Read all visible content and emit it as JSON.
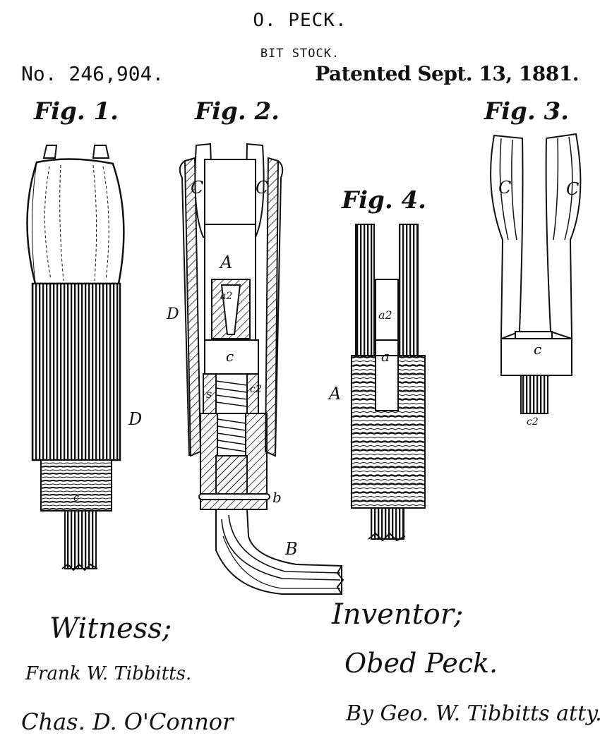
{
  "header": {
    "inventor_name": "O. PECK.",
    "title": "BIT STOCK.",
    "patent_number": "No. 246,904.",
    "patent_date": "Patented Sept. 13, 1881."
  },
  "figures": {
    "fig1": {
      "label": "Fig. 1.",
      "part_labels": {
        "D": "D",
        "c": "c"
      }
    },
    "fig2": {
      "label": "Fig. 2.",
      "part_labels": {
        "C_left": "C",
        "C_right": "C",
        "A": "A",
        "a2": "a2",
        "D": "D",
        "c": "c",
        "s": "s",
        "c2": "c2",
        "b": "b",
        "B": "B"
      }
    },
    "fig3": {
      "label": "Fig. 3.",
      "part_labels": {
        "C_left": "C",
        "C_right": "C",
        "c": "c",
        "c2": "c2"
      }
    },
    "fig4": {
      "label": "Fig. 4.",
      "part_labels": {
        "a2": "a2",
        "a": "a",
        "A": "A"
      }
    }
  },
  "signatures": {
    "witness_label": "Witness;",
    "witness_1": "Frank W. Tibbitts.",
    "witness_2": "Chas. D. O'Connor",
    "inventor_label": "Inventor;",
    "inventor": "Obed Peck.",
    "attorney": "By Geo. W. Tibbitts atty."
  }
}
